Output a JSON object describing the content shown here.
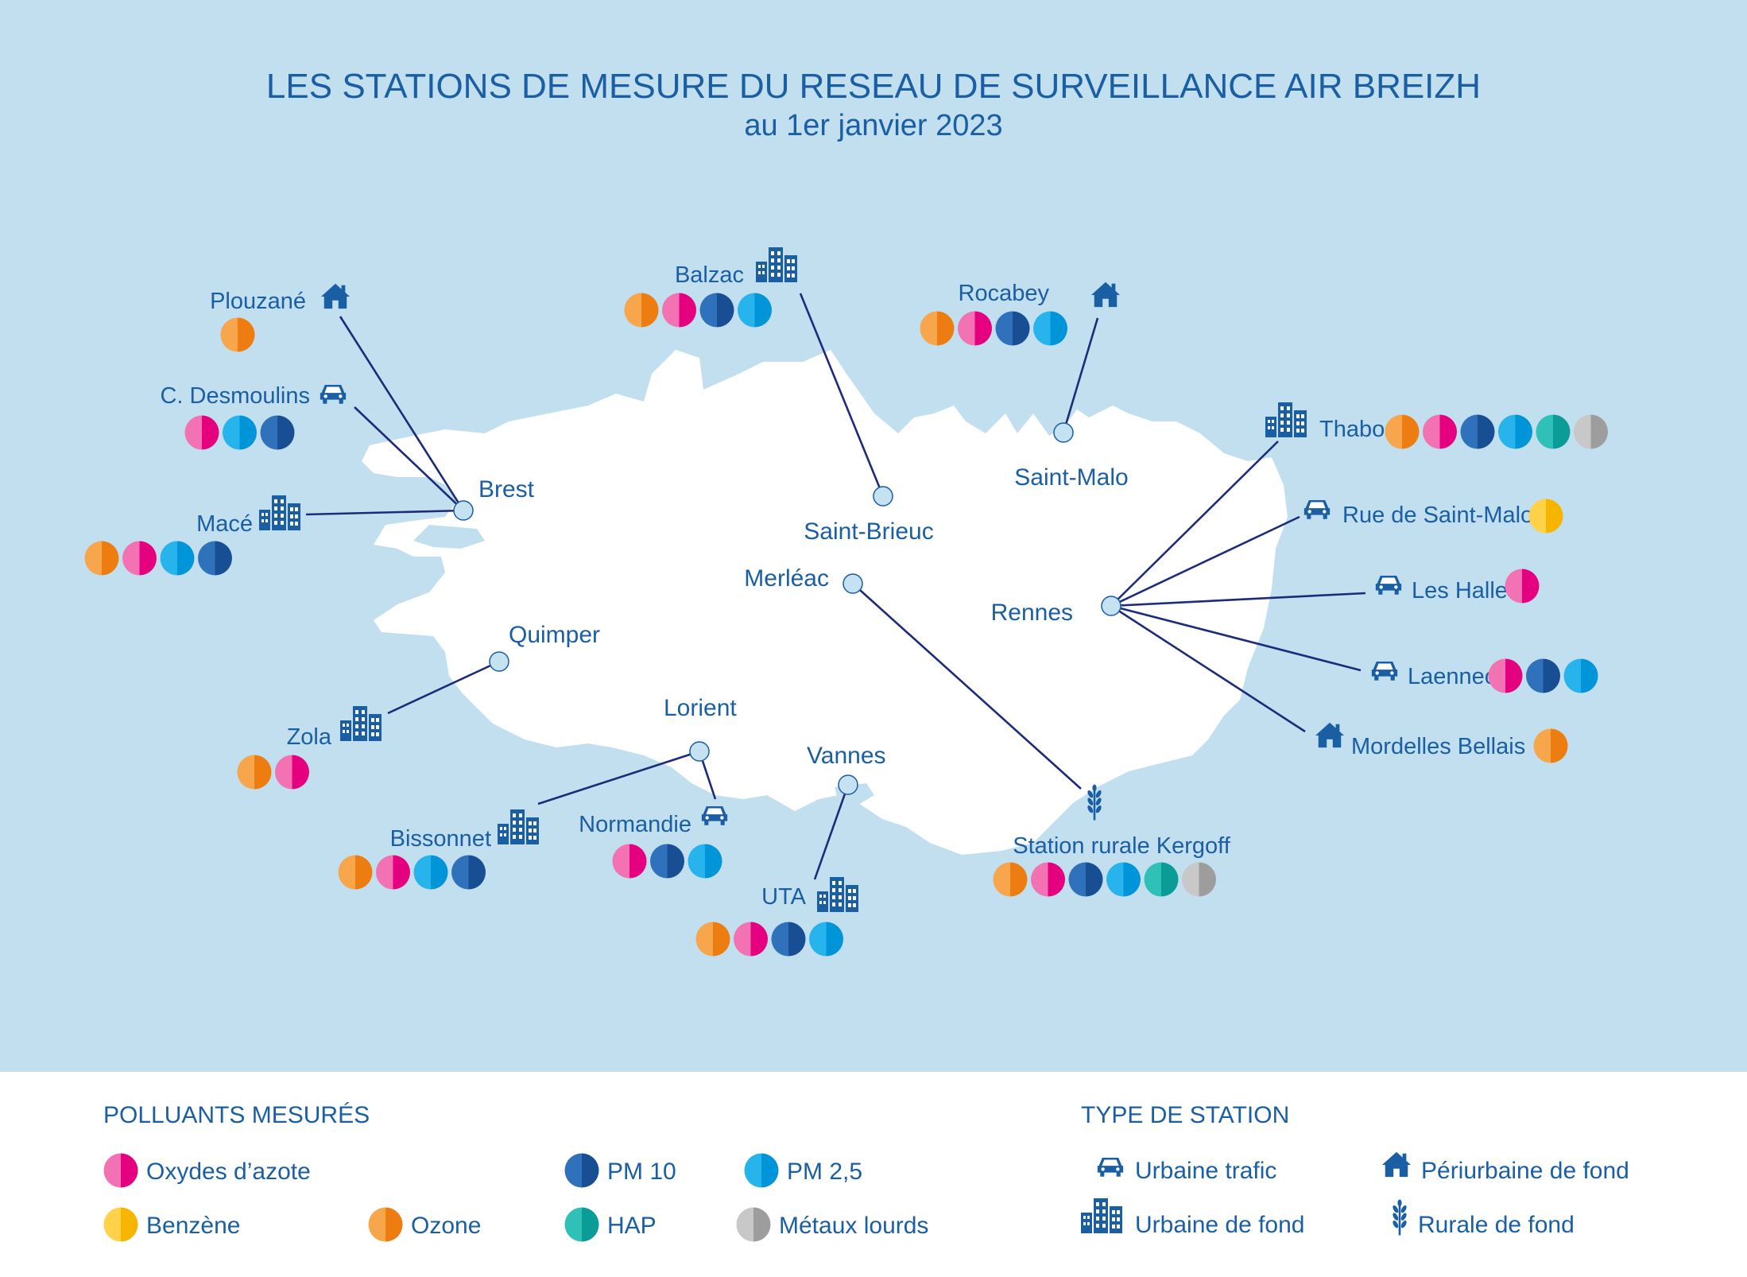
{
  "title": "LES STATIONS DE MESURE DU RESEAU DE SURVEILLANCE AIR BREIZH",
  "subtitle": "au 1er janvier 2023",
  "colors": {
    "sea": "#c2dfef",
    "land": "#ffffff",
    "text": "#1a5ea3",
    "line": "#1c2b7a",
    "city_dot": "#c5e2f3"
  },
  "pollutants": {
    "nox": {
      "label": "Oxydes d’azote",
      "light": "#f272b4",
      "dark": "#e4007e"
    },
    "benzene": {
      "label": "Benzène",
      "light": "#ffd24a",
      "dark": "#f7b500"
    },
    "ozone": {
      "label": "Ozone",
      "light": "#f7a64b",
      "dark": "#ee7d11"
    },
    "pm10": {
      "label": "PM 10",
      "light": "#2f72bb",
      "dark": "#174e94"
    },
    "pm25": {
      "label": "PM 2,5",
      "light": "#27b4ec",
      "dark": "#0094d9"
    },
    "hap": {
      "label": "HAP",
      "light": "#2fc0b8",
      "dark": "#0b9c97"
    },
    "metaux": {
      "label": "Métaux lourds",
      "light": "#c8c8c8",
      "dark": "#9d9d9d"
    }
  },
  "station_types": {
    "trafic": {
      "label": "Urbaine trafic",
      "icon": "car-icon"
    },
    "fond": {
      "label": "Urbaine de fond",
      "icon": "buildings-icon"
    },
    "periurbain": {
      "label": "Périurbaine de fond",
      "icon": "house-icon"
    },
    "rurale": {
      "label": "Rurale de fond",
      "icon": "wheat-icon"
    }
  },
  "legend": {
    "pollutants_heading": "POLLUANTS MESURÉS",
    "types_heading": "TYPE DE STATION"
  },
  "cities": [
    {
      "id": "brest",
      "name": "Brest"
    },
    {
      "id": "quimper",
      "name": "Quimper"
    },
    {
      "id": "lorient",
      "name": "Lorient"
    },
    {
      "id": "vannes",
      "name": "Vannes"
    },
    {
      "id": "saint-brieuc",
      "name": "Saint-Brieuc"
    },
    {
      "id": "saint-malo",
      "name": "Saint-Malo"
    },
    {
      "id": "merleac",
      "name": "Merléac"
    },
    {
      "id": "rennes",
      "name": "Rennes"
    }
  ],
  "stations": [
    {
      "id": "plouzane",
      "name": "Plouzané",
      "city": "brest",
      "type": "periurbain",
      "pollutants": [
        "ozone"
      ]
    },
    {
      "id": "desmoulins",
      "name": "C. Desmoulins",
      "city": "brest",
      "type": "trafic",
      "pollutants": [
        "nox",
        "pm25",
        "pm10"
      ]
    },
    {
      "id": "mace",
      "name": "Macé",
      "city": "brest",
      "type": "fond",
      "pollutants": [
        "ozone",
        "nox",
        "pm25",
        "pm10"
      ]
    },
    {
      "id": "zola",
      "name": "Zola",
      "city": "quimper",
      "type": "fond",
      "pollutants": [
        "ozone",
        "nox"
      ]
    },
    {
      "id": "bissonnet",
      "name": "Bissonnet",
      "city": "lorient",
      "type": "fond",
      "pollutants": [
        "ozone",
        "nox",
        "pm25",
        "pm10"
      ]
    },
    {
      "id": "normandie",
      "name": "Normandie",
      "city": "lorient",
      "type": "trafic",
      "pollutants": [
        "nox",
        "pm10",
        "pm25"
      ]
    },
    {
      "id": "uta",
      "name": "UTA",
      "city": "vannes",
      "type": "fond",
      "pollutants": [
        "ozone",
        "nox",
        "pm10",
        "pm25"
      ]
    },
    {
      "id": "balzac",
      "name": "Balzac",
      "city": "saint-brieuc",
      "type": "fond",
      "pollutants": [
        "ozone",
        "nox",
        "pm10",
        "pm25"
      ]
    },
    {
      "id": "rocabey",
      "name": "Rocabey",
      "city": "saint-malo",
      "type": "periurbain",
      "pollutants": [
        "ozone",
        "nox",
        "pm10",
        "pm25"
      ]
    },
    {
      "id": "kergoff",
      "name": "Station rurale Kergoff",
      "city": "merleac",
      "type": "rurale",
      "pollutants": [
        "ozone",
        "nox",
        "pm10",
        "pm25",
        "hap",
        "metaux"
      ]
    },
    {
      "id": "thabor",
      "name": "Thabor",
      "city": "rennes",
      "type": "fond",
      "pollutants": [
        "ozone",
        "nox",
        "pm10",
        "pm25",
        "hap",
        "metaux"
      ]
    },
    {
      "id": "rue-saint-malo",
      "name": "Rue de Saint-Malo",
      "city": "rennes",
      "type": "trafic",
      "pollutants": [
        "benzene"
      ]
    },
    {
      "id": "les-halles",
      "name": "Les Halles",
      "city": "rennes",
      "type": "trafic",
      "pollutants": [
        "nox"
      ]
    },
    {
      "id": "laennec",
      "name": "Laennec",
      "city": "rennes",
      "type": "trafic",
      "pollutants": [
        "nox",
        "pm10",
        "pm25"
      ]
    },
    {
      "id": "mordelles",
      "name": "Mordelles Bellais",
      "city": "rennes",
      "type": "periurbain",
      "pollutants": [
        "ozone"
      ]
    }
  ]
}
